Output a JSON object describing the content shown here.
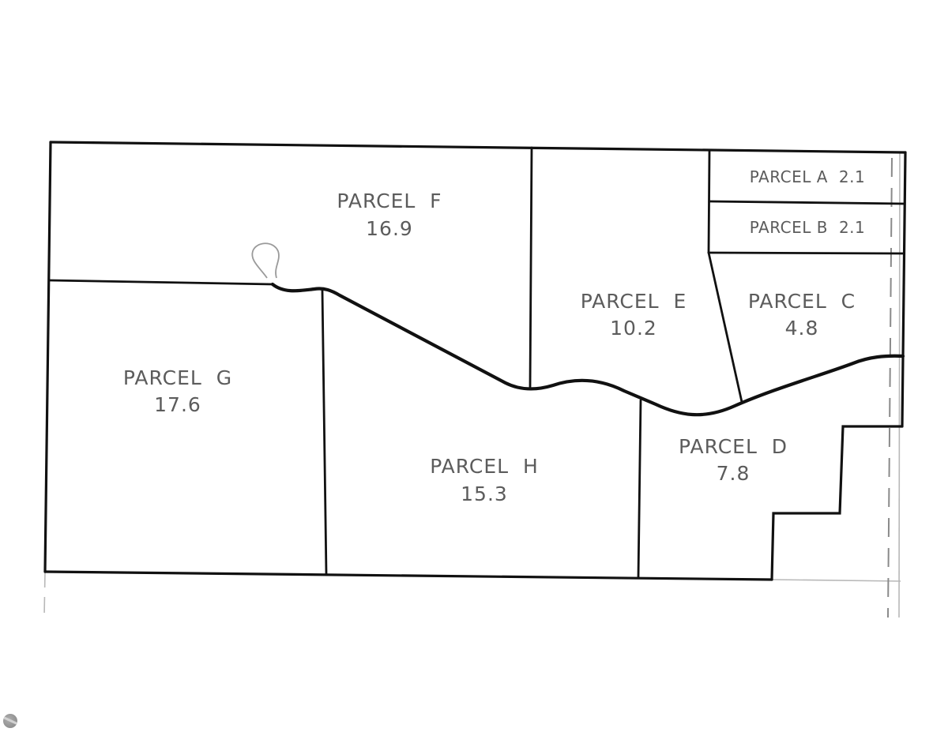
{
  "map": {
    "type": "parcel-survey-plat",
    "parcels": [
      {
        "id": "A",
        "label": "PARCEL  A",
        "area": "2.1",
        "inline": true
      },
      {
        "id": "B",
        "label": "PARCEL  B",
        "area": "2.1",
        "inline": true
      },
      {
        "id": "C",
        "label": "PARCEL  C",
        "area": "4.8",
        "inline": false
      },
      {
        "id": "D",
        "label": "PARCEL  D",
        "area": "7.8",
        "inline": false
      },
      {
        "id": "E",
        "label": "PARCEL  E",
        "area": "10.2",
        "inline": false
      },
      {
        "id": "F",
        "label": "PARCEL  F",
        "area": "16.9",
        "inline": false
      },
      {
        "id": "G",
        "label": "PARCEL  G",
        "area": "17.6",
        "inline": false
      },
      {
        "id": "H",
        "label": "PARCEL  H",
        "area": "15.3",
        "inline": false
      }
    ],
    "features": {
      "creek": "meandering-creek-line",
      "pond": "pond-outline",
      "easement": "dashed-road-easement-east-edge"
    },
    "colors": {
      "line": "#111111",
      "label": "#5c5c5c",
      "dashed": "#8a8a8a",
      "background": "#ffffff"
    }
  },
  "watermark": {
    "icon": "circular-logo-icon"
  }
}
